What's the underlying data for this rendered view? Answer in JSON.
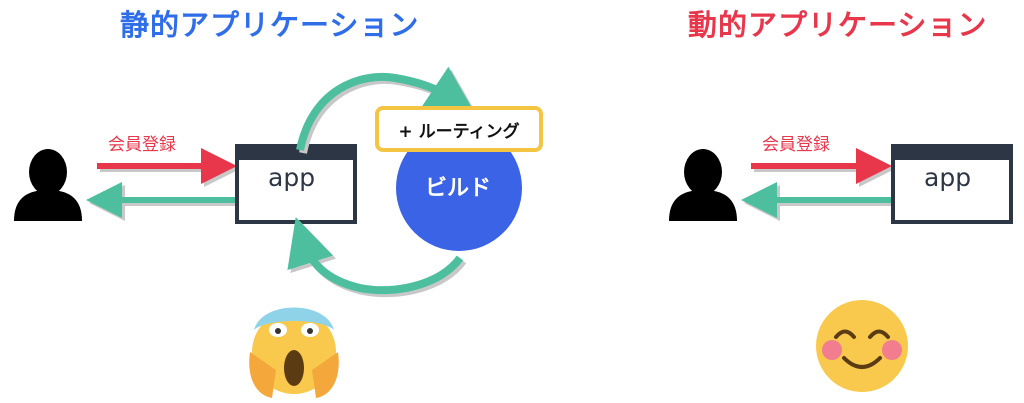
{
  "titles": {
    "static": "静的アプリケーション",
    "dynamic": "動的アプリケーション"
  },
  "left": {
    "arrow_label": "会員登録",
    "app_label": "app",
    "routing_label": "+ ルーティング",
    "build_label": "ビルド",
    "emoji_icon": "screaming-face-icon"
  },
  "right": {
    "arrow_label": "会員登録",
    "app_label": "app",
    "emoji_icon": "smiling-face-icon"
  },
  "colors": {
    "static_title": "#2f6ee8",
    "dynamic_title": "#e8364b",
    "request_arrow": "#e8364b",
    "response_arrow": "#4dbf9e",
    "build_circle": "#3b63e6",
    "routing_border": "#f4c542",
    "app_frame": "#2d3644"
  }
}
